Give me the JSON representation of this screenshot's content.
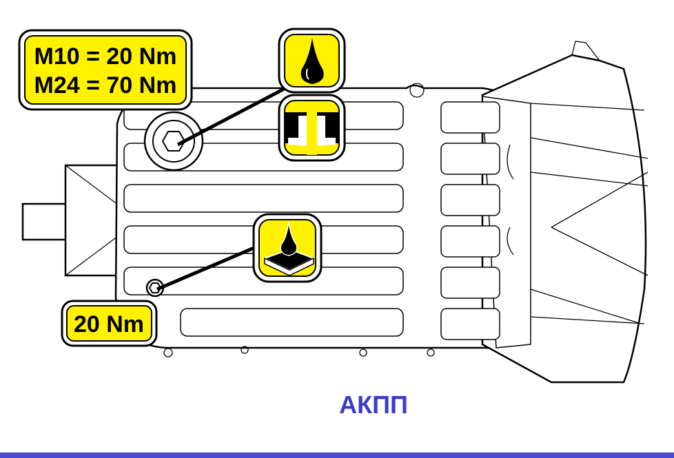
{
  "torque_label_fill": {
    "line1": "M10 = 20 Nm",
    "line2": "M24 = 70 Nm"
  },
  "torque_label_drain": {
    "text": "20 Nm"
  },
  "caption": "АКПП",
  "icons": [
    "oil-drop-icon",
    "fill-plug-icon",
    "oil-pan-drain-icon"
  ],
  "colors": {
    "label_yellow": "#fff200",
    "caption_blue": "#3b3bc8",
    "bottom_bar": "#4a4ad2"
  }
}
